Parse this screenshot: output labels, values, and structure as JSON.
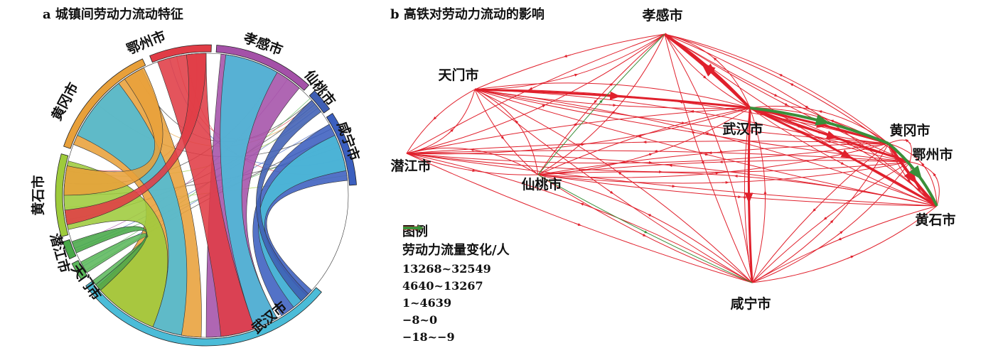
{
  "panels": {
    "a": {
      "title": "a 城镇间劳动力流动特征"
    },
    "b": {
      "title": "b 高铁对劳动力流动的影响"
    }
  },
  "chord": {
    "cities": [
      {
        "id": "wuhan",
        "label": "武汉市",
        "color": "#4bbcd8"
      },
      {
        "id": "tianmen",
        "label": "天门市",
        "color": "#5cb85c"
      },
      {
        "id": "qianjiang",
        "label": "潜江市",
        "color": "#48a848"
      },
      {
        "id": "huangshi",
        "label": "黄石市",
        "color": "#9ecb3c"
      },
      {
        "id": "huanggang",
        "label": "黄冈市",
        "color": "#e8a03a"
      },
      {
        "id": "ezhou",
        "label": "鄂州市",
        "color": "#e03c46"
      },
      {
        "id": "xiaogan",
        "label": "孝感市",
        "color": "#a451a8"
      },
      {
        "id": "xiantao",
        "label": "仙桃市",
        "color": "#3f5fb4"
      },
      {
        "id": "xianning",
        "label": "咸宁市",
        "color": "#3b5fbf"
      }
    ]
  },
  "network": {
    "nodes": [
      {
        "id": "xiaogan",
        "label": "孝感市"
      },
      {
        "id": "tianmen",
        "label": "天门市"
      },
      {
        "id": "wuhan",
        "label": "武汉市"
      },
      {
        "id": "huanggang",
        "label": "黄冈市"
      },
      {
        "id": "ezhou",
        "label": "鄂州市"
      },
      {
        "id": "qianjiang",
        "label": "潜江市"
      },
      {
        "id": "xiantao",
        "label": "仙桃市"
      },
      {
        "id": "huangshi",
        "label": "黄石市"
      },
      {
        "id": "xianning",
        "label": "咸宁市"
      }
    ],
    "colors": {
      "increase": "#e0202c",
      "decrease": "#3a8f3a"
    }
  },
  "legend": {
    "title": "图例",
    "subtitle": "劳动力流量变化/人",
    "items": [
      {
        "label": "13268~32549",
        "color": "#e0202c",
        "weight": 5
      },
      {
        "label": "4640~13267",
        "color": "#e0202c",
        "weight": 3
      },
      {
        "label": "1~4639",
        "color": "#e0202c",
        "weight": 1
      },
      {
        "label": "−8~0",
        "color": "#3a8f3a",
        "weight": 1
      },
      {
        "label": "−18~−9",
        "color": "#3a8f3a",
        "weight": 4
      }
    ]
  }
}
